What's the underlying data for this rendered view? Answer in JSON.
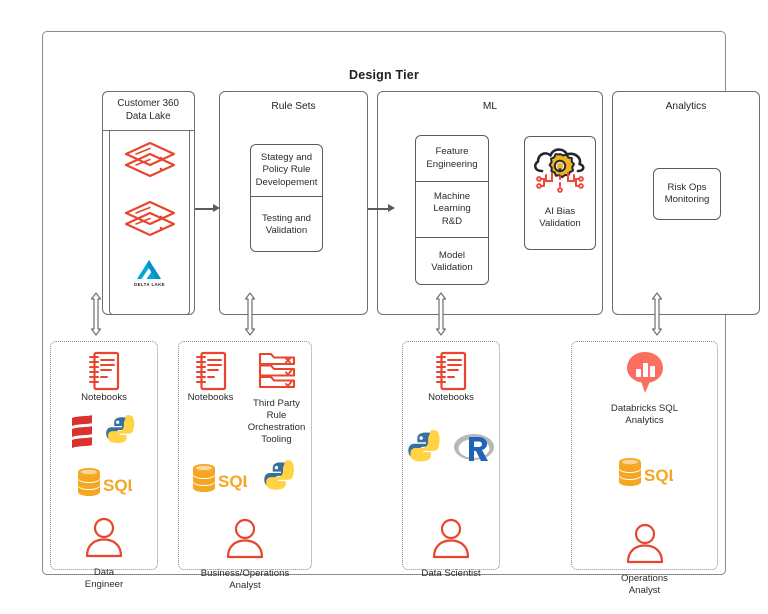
{
  "diagram": {
    "title": "Design Tier",
    "design_tier": {
      "columns": [
        {
          "id": "customer-360-data-lake",
          "title": "Customer 360\nData Lake",
          "title_line1": "Customer 360",
          "title_line2": "Data Lake",
          "icons": [
            "databricks-delta-stack-icon",
            "databricks-delta-stack-icon",
            "delta-lake-logo"
          ],
          "logo_label": "DELTA LAKE"
        },
        {
          "id": "rule-sets",
          "title": "Rule Sets",
          "items": [
            "Stategy and Policy Rule Developement",
            "Testing and Validation"
          ]
        },
        {
          "id": "ml",
          "title": "ML",
          "items": [
            "Feature Engineering",
            "Machine Learning R&D",
            "Model Validation"
          ],
          "side_box": {
            "label": "AI Bias Validation",
            "icon": "cloud-gear-bulb-circuit-icon"
          }
        },
        {
          "id": "analytics",
          "title": "Analytics",
          "items": [
            "Risk Ops Monitoring"
          ]
        }
      ]
    },
    "flow_arrows": [
      {
        "id": "customer-360-to-rule-sets",
        "direction": "right"
      },
      {
        "id": "rule-sets-to-ml",
        "direction": "right"
      }
    ],
    "tier_connectors": [
      {
        "id": "connector-data-engineer",
        "direction": "both"
      },
      {
        "id": "connector-business-analyst",
        "direction": "both"
      },
      {
        "id": "connector-data-scientist",
        "direction": "both"
      },
      {
        "id": "connector-operations-analyst",
        "direction": "both"
      }
    ],
    "personas": [
      {
        "id": "data-engineer",
        "tools": [
          {
            "label": "Notebooks",
            "icon": "notebook-icon"
          }
        ],
        "tech_icons": [
          "scala-icon",
          "python-icon",
          "sql-database-icon"
        ],
        "role_line1": "Data",
        "role_line2": "Engineer",
        "role": "Data Engineer"
      },
      {
        "id": "business-operations-analyst",
        "tools": [
          {
            "label": "Notebooks",
            "icon": "notebook-icon"
          },
          {
            "label": "Third Party Rule Orchestration Tooling",
            "icon": "rule-tasks-icon"
          }
        ],
        "tech_icons": [
          "sql-database-icon",
          "python-icon"
        ],
        "role_line1": "Business/Operations",
        "role_line2": "Analyst",
        "role": "Business/Operations Analyst"
      },
      {
        "id": "data-scientist",
        "tools": [
          {
            "label": "Notebooks",
            "icon": "notebook-icon"
          }
        ],
        "tech_icons": [
          "python-icon",
          "r-icon"
        ],
        "role_line1": "Data Scientist",
        "role_line2": "",
        "role": "Data Scientist"
      },
      {
        "id": "operations-analyst",
        "tools": [
          {
            "label": "Databricks SQL Analytics",
            "icon": "databricks-sql-analytics-icon"
          }
        ],
        "tech_icons": [
          "sql-database-icon"
        ],
        "role_line1": "Operations",
        "role_line2": "Analyst",
        "role": "Operations Analyst"
      }
    ],
    "labels": {
      "notebooks": "Notebooks",
      "third_party": "Third Party\nRule\nOrchestration\nTooling",
      "third_party_l1": "Third Party",
      "third_party_l2": "Rule",
      "third_party_l3": "Orchestration",
      "third_party_l4": "Tooling",
      "databricks_sql_l1": "Databricks SQL",
      "databricks_sql_l2": "Analytics",
      "ai_bias_l1": "AI Bias",
      "ai_bias_l2": "Validation",
      "rule_item1_l1": "Stategy and",
      "rule_item1_l2": "Policy Rule",
      "rule_item1_l3": "Developement",
      "rule_item2_l1": "Testing and",
      "rule_item2_l2": "Validation",
      "ml_item1_l1": "Feature",
      "ml_item1_l2": "Engineering",
      "ml_item2_l1": "Machine",
      "ml_item2_l2": "Learning",
      "ml_item2_l3": "R&D",
      "ml_item3_l1": "Model",
      "ml_item3_l2": "Validation",
      "risk_l1": "Risk Ops",
      "risk_l2": "Monitoring"
    },
    "colors": {
      "accent_red": "#e8452c",
      "scala_red": "#dc322f",
      "python_blue": "#3670a0",
      "python_yellow": "#ffd343",
      "sql_orange": "#f5a623",
      "delta_blue": "#00a8e0",
      "databricks_coral": "#fa6f5f",
      "r_blue": "#1f65b7",
      "r_grey": "#b7b7b7",
      "gear_yellow": "#f0b323",
      "border_grey": "#6f6f6f",
      "dashed_grey": "#8b8b8b",
      "text": "#2b2b2b"
    }
  }
}
